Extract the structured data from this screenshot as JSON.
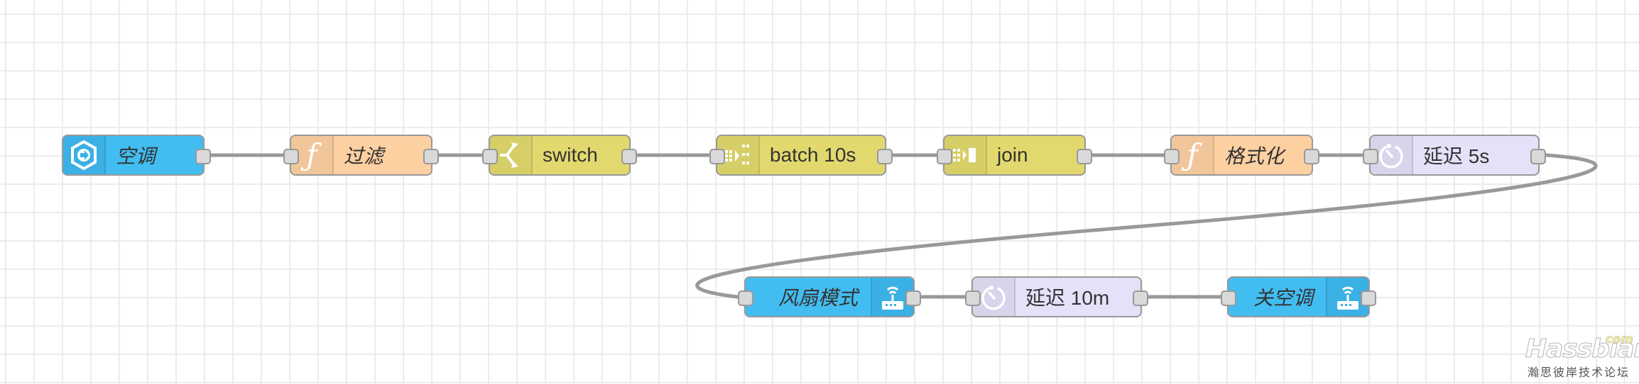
{
  "colors": {
    "inject_blue": "#42bdf1",
    "function_orange": "#fdd0a2",
    "switch_yellow": "#e2d96e",
    "delay_lavender": "#e6e0f8",
    "wire": "#999999",
    "port": "#d9d9d9",
    "grid": "#ececec"
  },
  "nodes": [
    {
      "id": "n1",
      "label": "空调",
      "type": "ha-entity-trigger",
      "icon": "arrow-in-hexagon-icon",
      "italic": true
    },
    {
      "id": "n2",
      "label": "过滤",
      "type": "function",
      "icon": "function-icon",
      "italic": true
    },
    {
      "id": "n3",
      "label": "switch",
      "type": "switch",
      "icon": "switch-icon",
      "italic": false
    },
    {
      "id": "n4",
      "label": "batch 10s",
      "type": "batch",
      "icon": "batch-icon",
      "italic": false
    },
    {
      "id": "n5",
      "label": "join",
      "type": "join",
      "icon": "join-icon",
      "italic": false
    },
    {
      "id": "n6",
      "label": "格式化",
      "type": "function",
      "icon": "function-icon",
      "italic": true
    },
    {
      "id": "n7",
      "label": "延迟 5s",
      "type": "delay",
      "icon": "timer-icon",
      "italic": false
    },
    {
      "id": "n8",
      "label": "风扇模式",
      "type": "ha-call-service",
      "icon": "router-icon",
      "italic": true
    },
    {
      "id": "n9",
      "label": "延迟 10m",
      "type": "delay",
      "icon": "timer-icon",
      "italic": false
    },
    {
      "id": "n10",
      "label": "关空调",
      "type": "ha-call-service",
      "icon": "router-icon",
      "italic": true
    }
  ],
  "wires": [
    [
      "n1",
      "n2"
    ],
    [
      "n2",
      "n3"
    ],
    [
      "n3",
      "n4"
    ],
    [
      "n4",
      "n5"
    ],
    [
      "n5",
      "n6"
    ],
    [
      "n6",
      "n7"
    ],
    [
      "n7",
      "n8"
    ],
    [
      "n8",
      "n9"
    ],
    [
      "n9",
      "n10"
    ]
  ],
  "watermark": {
    "logo": "Hassbian",
    "logo_suffix": "com",
    "subtitle": "瀚思彼岸技术论坛"
  }
}
